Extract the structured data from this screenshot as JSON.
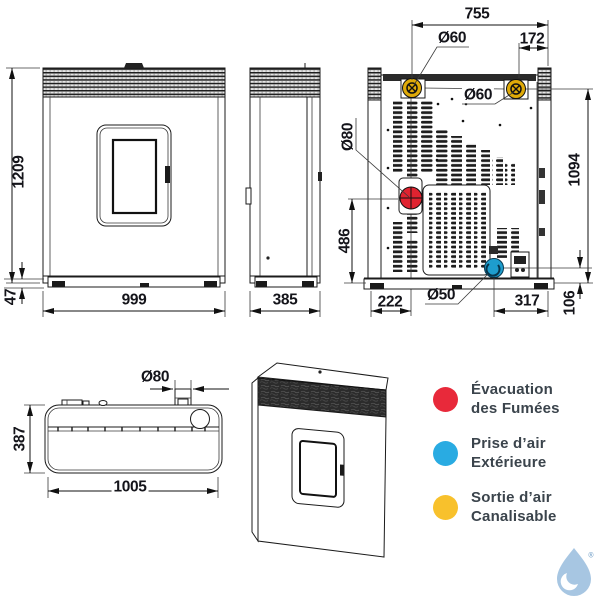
{
  "dimensions": {
    "front": {
      "height": "1209",
      "base": "47",
      "width": "999"
    },
    "side": {
      "depth": "385"
    },
    "back": {
      "span": "755",
      "offset_right": "172",
      "duct_left": "Ø60",
      "duct_right": "Ø60",
      "smoke_outlet": "Ø80",
      "smoke_height": "486",
      "duct_height": "1094",
      "margin_left": "222",
      "air_intake": "Ø50",
      "margin_right": "317",
      "air_height": "106"
    },
    "top": {
      "flue": "Ø80",
      "depth": "387",
      "width": "1005"
    }
  },
  "legend": {
    "items": [
      {
        "label_line1": "Évacuation",
        "label_line2": "des Fumées",
        "color": "#e8293a"
      },
      {
        "label_line1": "Prise d’air",
        "label_line2": "Extérieure",
        "color": "#29abe2"
      },
      {
        "label_line1": "Sortie d’air",
        "label_line2": "Canalisable",
        "color": "#f8c12c"
      }
    ]
  },
  "connectors": {
    "smoke": "#e02330",
    "air_intake": "#1e9dcd",
    "ducted_air": "#dfaa08"
  },
  "logo": {
    "registered_mark": "®",
    "color": "#a7c6e2"
  }
}
